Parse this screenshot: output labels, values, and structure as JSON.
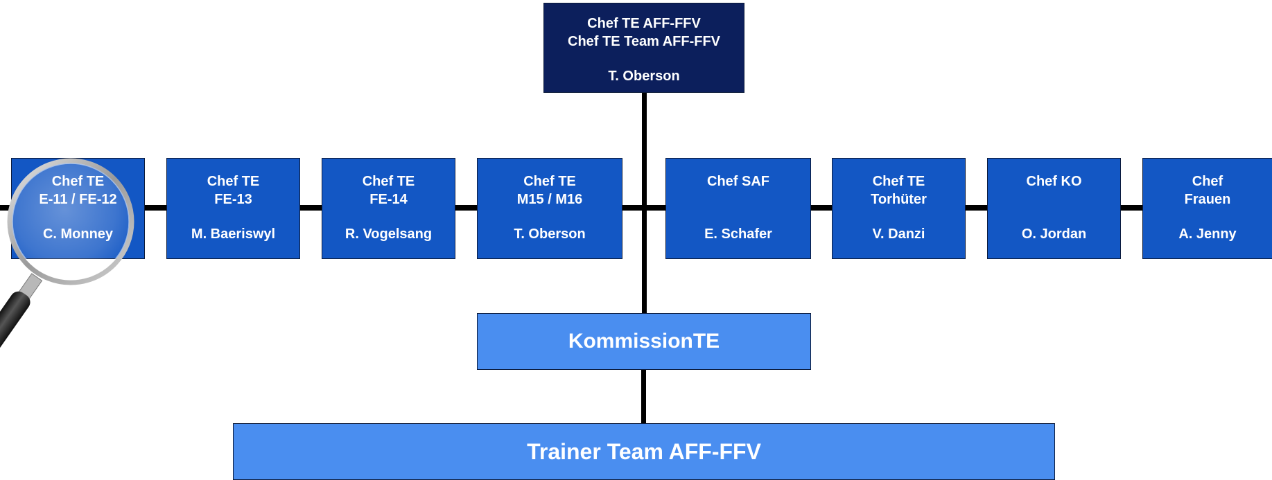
{
  "colors": {
    "top_box": "#0c1f5c",
    "unit_box": "#1357c4",
    "light_box": "#4a8ef0",
    "connector": "#000000",
    "text": "#ffffff"
  },
  "top": {
    "line1": "Chef TE AFF-FFV",
    "line2": "Chef TE Team AFF-FFV",
    "name": "T. Oberson"
  },
  "units": [
    {
      "line1": "Chef TE",
      "line2": "E-11 / FE-12",
      "name": "C. Monney"
    },
    {
      "line1": "Chef TE",
      "line2": "FE-13",
      "name": "M. Baeriswyl"
    },
    {
      "line1": "Chef TE",
      "line2": "FE-14",
      "name": "R. Vogelsang"
    },
    {
      "line1": "Chef TE",
      "line2": "M15 / M16",
      "name": "T. Oberson"
    },
    {
      "line1": "Chef SAF",
      "line2": "",
      "name": "E. Schafer"
    },
    {
      "line1": "Chef TE",
      "line2": "Torhüter",
      "name": "V. Danzi"
    },
    {
      "line1": "Chef KO",
      "line2": "",
      "name": "O. Jordan"
    },
    {
      "line1": "Chef",
      "line2": "Frauen",
      "name": "A. Jenny"
    }
  ],
  "kommission": {
    "label": "KommissionTE"
  },
  "trainer": {
    "label": "Trainer Team AFF-FFV"
  },
  "icons": {
    "magnifier": "magnifying-glass-icon"
  }
}
